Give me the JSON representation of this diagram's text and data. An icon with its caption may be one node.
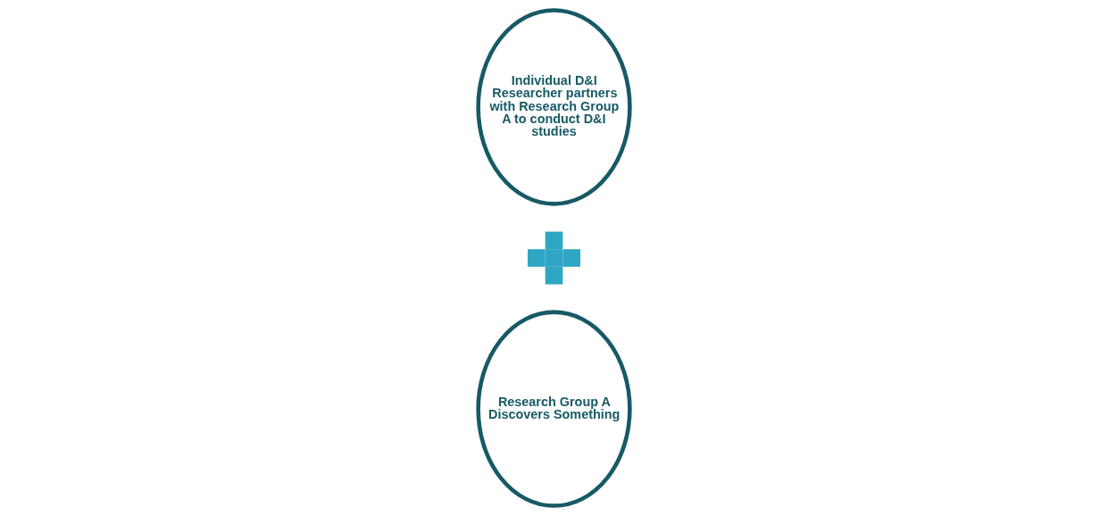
{
  "diagram": {
    "nodes": [
      {
        "text": [
          "Research Group A Discovers Something"
        ]
      },
      {
        "text": [],
        "shape": "plus"
      },
      {
        "text": [
          "Individual D&I Researcher partners with Research Group A to conduct D&I studies"
        ]
      }
    ]
  }
}
